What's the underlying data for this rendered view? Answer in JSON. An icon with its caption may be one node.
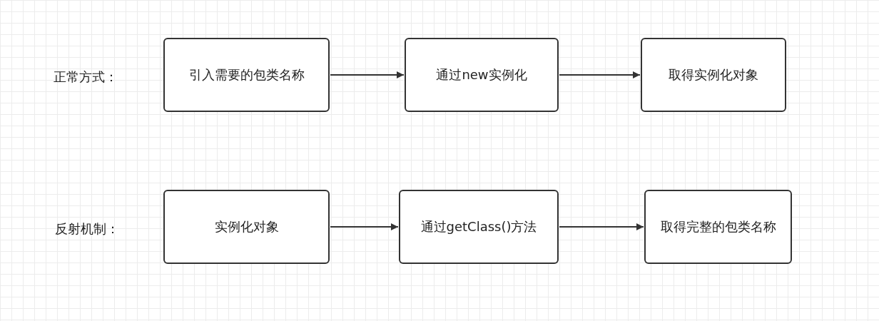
{
  "diagram": {
    "nodes": [
      {
        "text": [
          "引入需要的包类名称"
        ]
      },
      {
        "text": [
          "通过new实例化"
        ]
      },
      {
        "text": [
          "取得实例化对象"
        ]
      },
      {
        "text": [
          "实例化对象"
        ]
      },
      {
        "text": [
          "通过getClass()方法"
        ]
      },
      {
        "text": [
          "取得完整的包类名称"
        ]
      }
    ],
    "edges": [
      {
        "from": 0,
        "to": 1,
        "arrow": "to"
      },
      {
        "from": 1,
        "to": 2,
        "arrow": "to"
      },
      {
        "from": 3,
        "to": 4,
        "arrow": "to"
      },
      {
        "from": 4,
        "to": 5,
        "arrow": "to"
      }
    ],
    "labels": [
      "正常方式：",
      "反射机制："
    ]
  }
}
